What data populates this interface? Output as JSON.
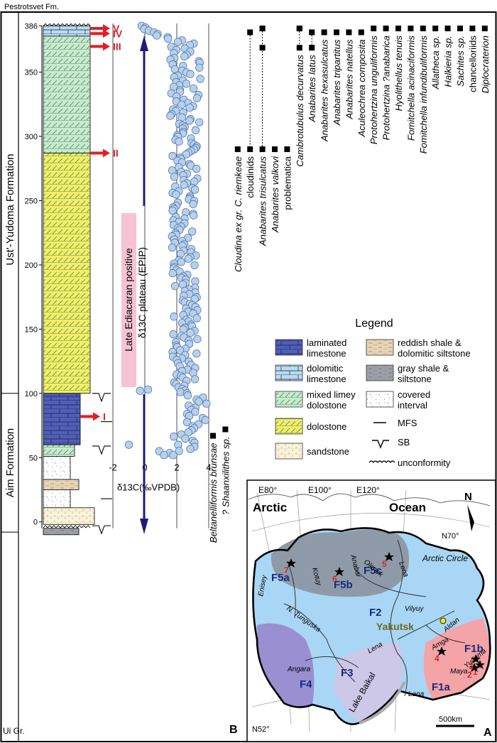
{
  "formations": {
    "pestrotsvet": "Pestrotsvet Fm.",
    "ust_yudoma": "Ust'-Yudoma Formation",
    "aim": "Aim Formation",
    "ui": "Ui Gr."
  },
  "depth_ticks": [
    {
      "label": "0",
      "value": 0
    },
    {
      "label": "50",
      "value": 50
    },
    {
      "label": "100",
      "value": 100
    },
    {
      "label": "150",
      "value": 150
    },
    {
      "label": "200",
      "value": 200
    },
    {
      "label": "250",
      "value": 250
    },
    {
      "label": "300",
      "value": 300
    },
    {
      "label": "350",
      "value": 350
    },
    {
      "label": "386",
      "value": 386
    }
  ],
  "sb_markers": [
    {
      "label": "V",
      "depth": 384
    },
    {
      "label": "IV",
      "depth": 380
    },
    {
      "label": "III",
      "depth": 370
    },
    {
      "label": "II",
      "depth": 287
    },
    {
      "label": "I",
      "depth": 82
    }
  ],
  "carbon_axis": {
    "label": "δ13C(‰VPDB)",
    "ticks": [
      {
        "label": "-2",
        "value": -2
      },
      {
        "label": "0",
        "value": 0
      },
      {
        "label": "2",
        "value": 2
      },
      {
        "label": "4",
        "value": 4
      }
    ]
  },
  "plateau": {
    "line1": "Late Ediacaran positive",
    "line2": "δ13C plateau (EPIP)"
  },
  "panel_labels": {
    "b": "B",
    "a": "A"
  },
  "fossils": [
    {
      "name": "Beltanelliformis brunsae",
      "italic": true,
      "lo": 67,
      "hi": 67
    },
    {
      "name": "? Shaanxilithes sp.",
      "italic": true,
      "lo": 72,
      "hi": 72
    },
    {
      "name": "Cloudina ex gr. C. riemkeae",
      "italic": true,
      "lo": 290,
      "hi": 290
    },
    {
      "name": "cloudinids",
      "italic": false,
      "lo": 290,
      "hi": 381
    },
    {
      "name": "Anabarites trisulcatus",
      "italic": true,
      "lo": 290,
      "hi": 384
    },
    {
      "name": "Anabarites valkovi",
      "italic": true,
      "lo": 290,
      "hi": 290
    },
    {
      "name": "problematica",
      "italic": false,
      "lo": 290,
      "hi": 290
    },
    {
      "name": "Cambrotubulus decurvatus",
      "italic": true,
      "lo": 369,
      "hi": 384
    },
    {
      "name": "Anabarites latus",
      "italic": true,
      "lo": 369,
      "hi": 381
    },
    {
      "name": "Anabarites hexasulcatus",
      "italic": true,
      "lo": 381,
      "hi": 381
    },
    {
      "name": "Anabarites tripartitus",
      "italic": true,
      "lo": 381,
      "hi": 381
    },
    {
      "name": "Anabarites natellus",
      "italic": true,
      "lo": 381,
      "hi": 381
    },
    {
      "name": "Aculeochrea composita",
      "italic": true,
      "lo": 381,
      "hi": 381
    },
    {
      "name": "Protohertzina unguliformis",
      "italic": true,
      "lo": 384,
      "hi": 384
    },
    {
      "name": "Protohertzina ?anabarica",
      "italic": true,
      "lo": 384,
      "hi": 384
    },
    {
      "name": "Hyolithellus tenuis",
      "italic": true,
      "lo": 384,
      "hi": 384
    },
    {
      "name": "Fomitchella acinaciformis",
      "italic": true,
      "lo": 384,
      "hi": 384
    },
    {
      "name": "Fomitchella infundibuliformis",
      "italic": true,
      "lo": 384,
      "hi": 384
    },
    {
      "name": "Allatheca sp.",
      "italic": true,
      "lo": 384,
      "hi": 384
    },
    {
      "name": "Halkieria sp.",
      "italic": true,
      "lo": 384,
      "hi": 384
    },
    {
      "name": "Sachites sp.",
      "italic": true,
      "lo": 384,
      "hi": 384
    },
    {
      "name": "chancelloriids",
      "italic": false,
      "lo": 384,
      "hi": 384
    },
    {
      "name": "Diplocraterion",
      "italic": true,
      "lo": 384,
      "hi": 384
    }
  ],
  "legend": {
    "title": "Legend",
    "items": [
      {
        "l1": "laminated",
        "l2": "limestone",
        "fill": "#4f5fb8",
        "type": "brick"
      },
      {
        "l1": "dolomitic",
        "l2": "limestone",
        "fill": "#b8dcf2",
        "type": "brick"
      },
      {
        "l1": "mixed limey",
        "l2": "dolostone",
        "fill": "#c6ead0",
        "type": "slash"
      },
      {
        "l1": "dolostone",
        "l2": "",
        "fill": "#f0ee6a",
        "type": "slash"
      },
      {
        "l1": "sandstone",
        "l2": "",
        "fill": "#fbf3d8",
        "type": "dots"
      },
      {
        "l1": "reddish shale &",
        "l2": "dolomitic siltstone",
        "fill": "#e8d3b4",
        "type": "dash"
      },
      {
        "l1": "gray shale &",
        "l2": "siltstone",
        "fill": "#9aa0a6",
        "type": "dash"
      },
      {
        "l1": "covered",
        "l2": "interval",
        "fill": "#ffffff",
        "type": "covered"
      },
      {
        "l1": "MFS",
        "l2": "",
        "type": "mfs"
      },
      {
        "l1": "SB",
        "l2": "",
        "type": "sb"
      },
      {
        "l1": "unconformity",
        "l2": "",
        "type": "unc"
      }
    ]
  },
  "map": {
    "lon_labels": [
      "E80°",
      "E100°",
      "E120°"
    ],
    "arctic": "Arctic",
    "ocean": "Ocean",
    "north": "N",
    "n70": "N70°",
    "arctic_circle": "Arctic Circle",
    "n52": "N52°",
    "scale": "500km",
    "yakutsk": "Yakutsk",
    "lake": "Lake Baikal",
    "facies": [
      "F5a",
      "F5b",
      "F5c",
      "F2",
      "F3",
      "F4",
      "F1a",
      "F1b"
    ],
    "rivers": [
      "Enisey",
      "N. Tunguska",
      "Angara",
      "Lena",
      "Kotuy",
      "Anabar",
      "Olenek",
      "Lena",
      "Vilyuy",
      "Aldan",
      "Amga",
      "Maya",
      "Yudoma",
      "Lena"
    ],
    "sites": [
      "1",
      "2",
      "3",
      "4",
      "5",
      "6",
      "7"
    ]
  },
  "colors": {
    "sb_arrow": "#e31e24",
    "epip_box": "#f7c3d2",
    "plateau_arrow": "#1c1c7a",
    "scatter": "#b6d0ee",
    "facies_f5": "#8f9aa8",
    "facies_f2": "#a9d6f5",
    "facies_f3": "#cdc7e8",
    "facies_f4": "#9a8fd0",
    "facies_f1": "#f4a3a7"
  }
}
